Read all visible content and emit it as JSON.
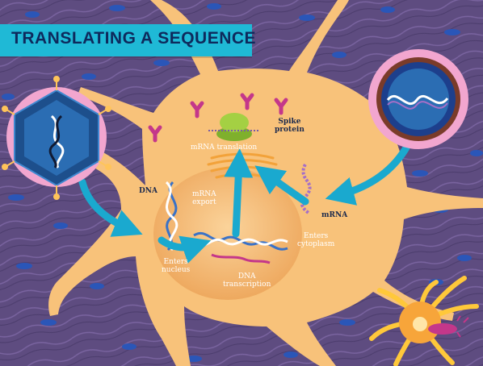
{
  "title": "TRANSLATING A SEQUENCE",
  "labels": {
    "spike_protein_line1": "Spike",
    "spike_protein_line2": "protein",
    "mrna_translation": "mRNA translation",
    "dna": "DNA",
    "mrna_export_line1": "mRNA",
    "mrna_export_line2": "export",
    "mrna": "mRNA",
    "enters_cytoplasm_line1": "Enters",
    "enters_cytoplasm_line2": "cytoplasm",
    "enters_nucleus_line1": "Enters",
    "enters_nucleus_line2": "nucleus",
    "dna_transcription_line1": "DNA",
    "dna_transcription_line2": "transcription"
  },
  "colors": {
    "background_tissue": "#5a4a7a",
    "cell_body": "#f8c27a",
    "nucleus": "#f3b46c",
    "title_banner": "#1fb9d6",
    "title_text": "#0e2a5c",
    "arrow": "#1aa9cf",
    "spike_protein": "#c4378a",
    "virus_frame": "#f2a6cf",
    "ribosome": "#9ac93b",
    "er": "#f2a23a"
  },
  "icons": {
    "virus_left": "adenovirus-capsid-icon",
    "virus_right": "lipid-nanoparticle-icon",
    "immune_cell": "dendritic-cell-icon"
  }
}
